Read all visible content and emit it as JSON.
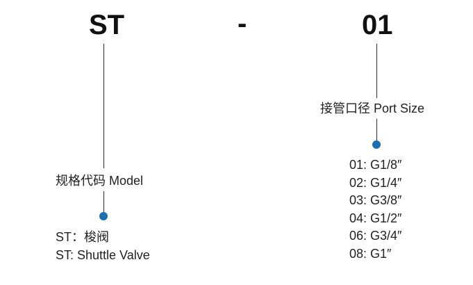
{
  "model_code": "ST",
  "separator": "-",
  "port_code": "01",
  "model_label": "规格代码 Model",
  "model_values": [
    "ST：梭阀",
    "ST:  Shuttle Valve"
  ],
  "port_label": "接管口径 Port Size",
  "port_values": [
    "01: G1/8″",
    "02: G1/4″",
    "03: G3/8″",
    "04: G1/2″",
    "06: G3/4″",
    "08: G1″"
  ],
  "colors": {
    "dot": "#1a6fb5",
    "line": "#2b2b2b",
    "text": "#222222"
  }
}
